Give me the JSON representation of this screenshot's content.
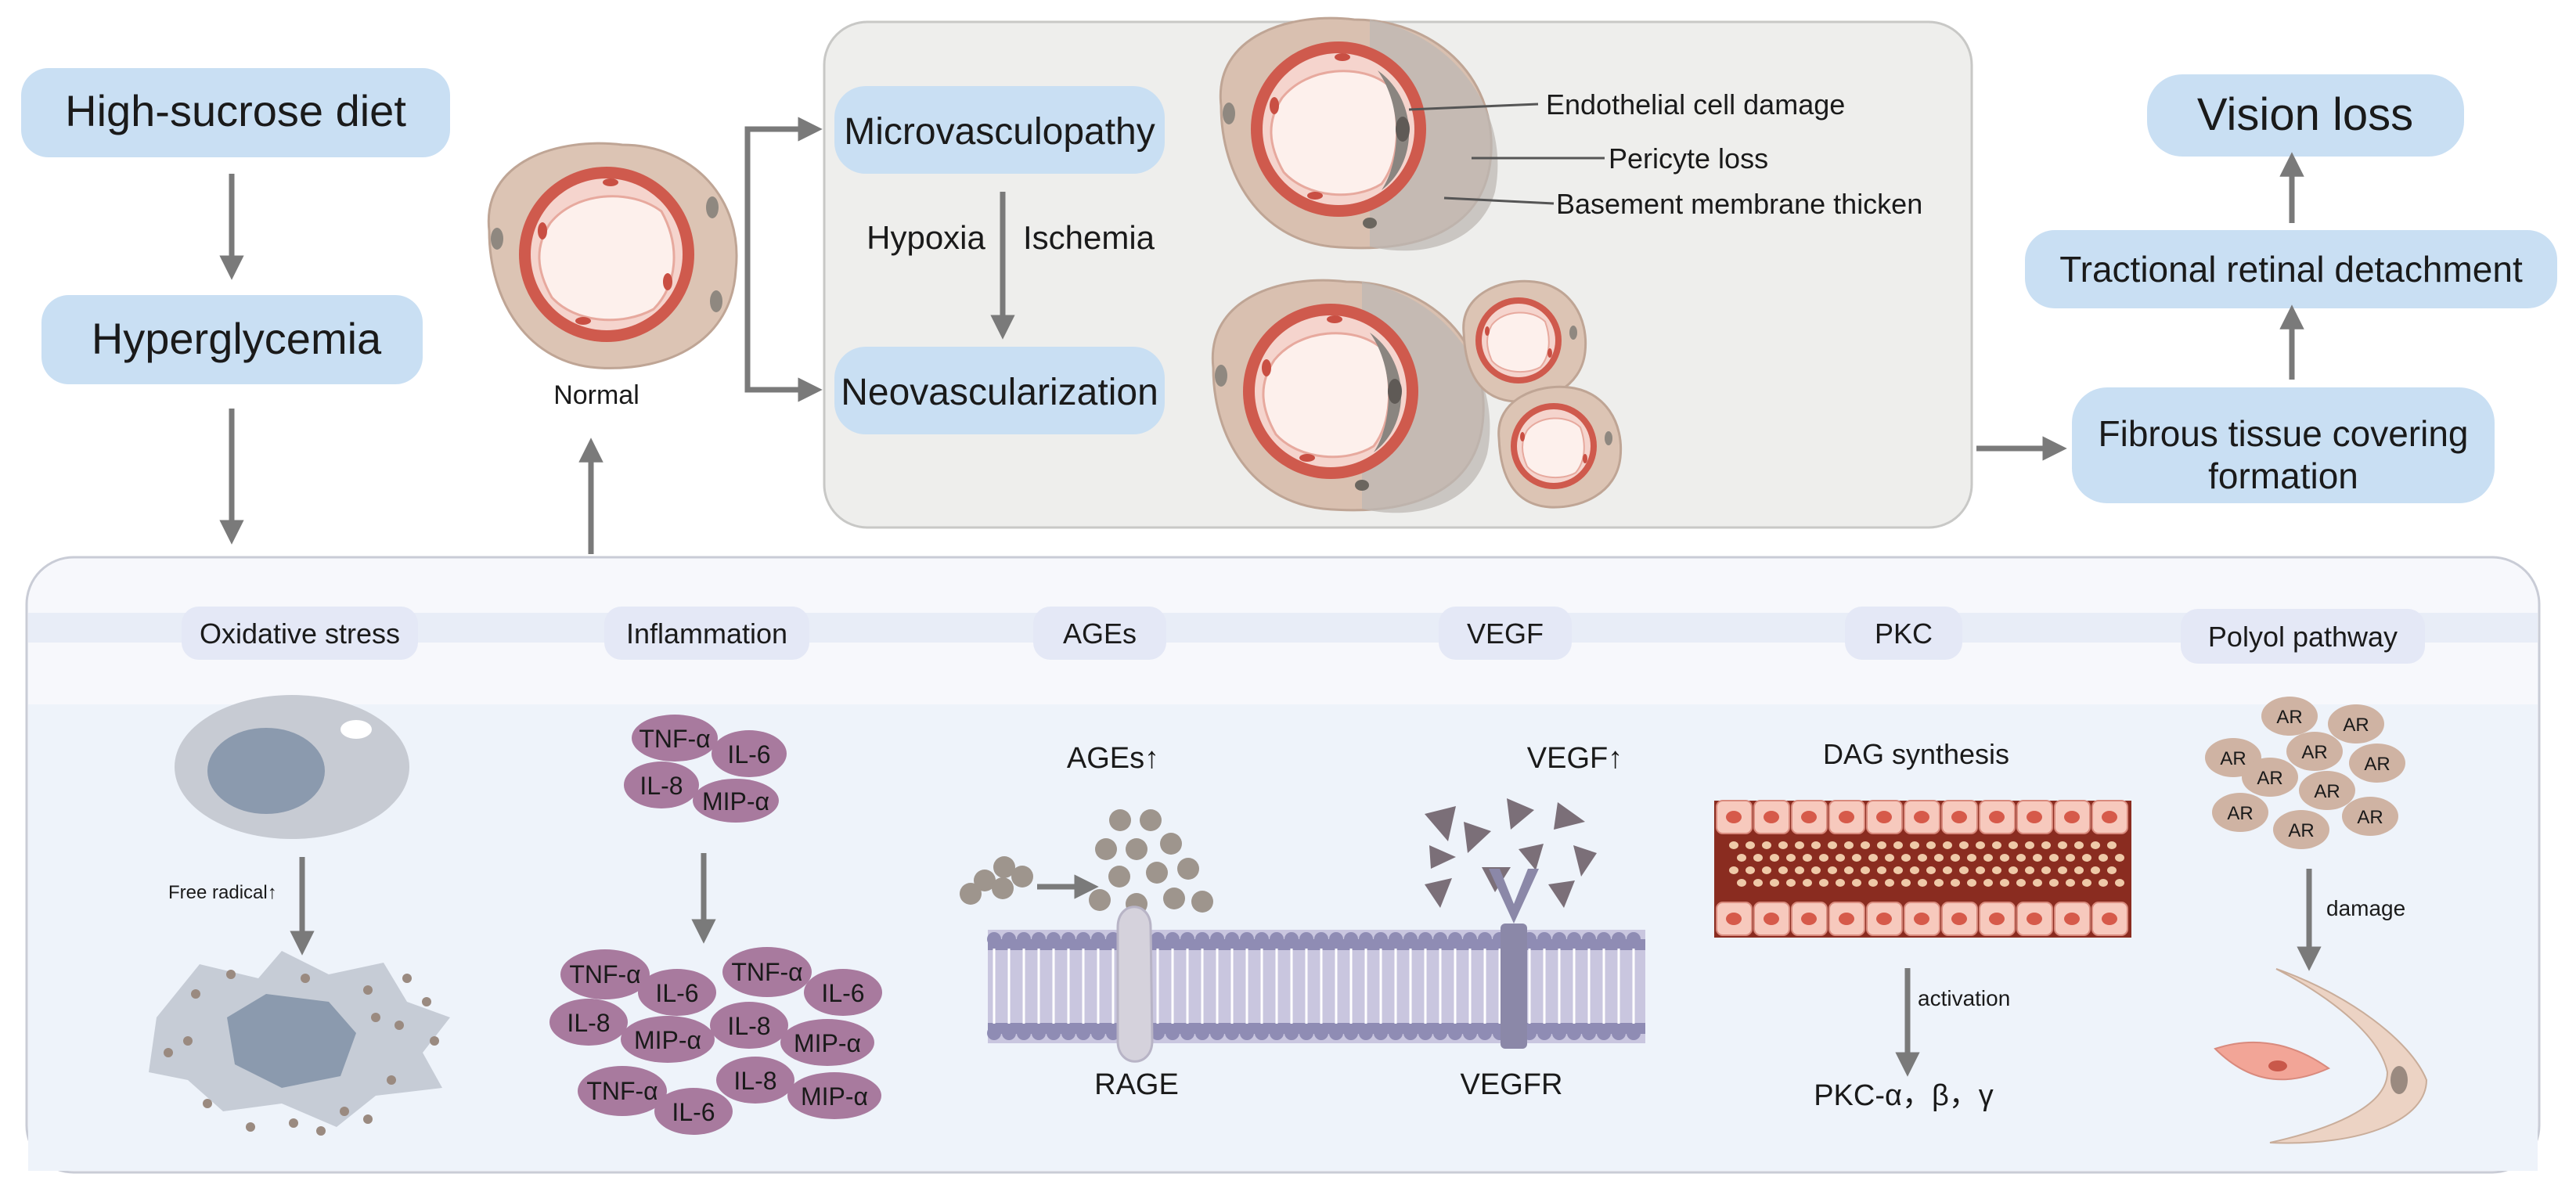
{
  "title_flow": {
    "high_sucrose": "High-sucrose diet",
    "hyperglycemia": "Hyperglycemia",
    "normal": "Normal",
    "microvasculopathy": "Microvasculopathy",
    "hypoxia": "Hypoxia",
    "ischemia": "Ischemia",
    "neovascularization": "Neovascularization",
    "endothelial": "Endothelial cell damage",
    "pericyte": "Pericyte loss",
    "basement": "Basement membrane thicken",
    "vision_loss": "Vision loss",
    "tractional": "Tractional retinal detachment",
    "fibrous_line1": "Fibrous tissue covering",
    "fibrous_line2": "formation"
  },
  "mechanisms": {
    "headers": [
      "Oxidative stress",
      "Inflammation",
      "AGEs",
      "VEGF",
      "PKC",
      "Polyol pathway"
    ],
    "free_radical": "Free radical↑",
    "cytokines_top": [
      "TNF-α",
      "IL-6",
      "IL-8",
      "MIP-α"
    ],
    "cytokines_bottom": [
      "TNF-α",
      "IL-6",
      "TNF-α",
      "IL-6",
      "IL-8",
      "MIP-α",
      "IL-8",
      "MIP-α",
      "TNF-α",
      "IL-8",
      "MIP-α",
      "IL-6"
    ],
    "ages_up": "AGEs↑",
    "rage": "RAGE",
    "vegf_up": "VEGF↑",
    "vegfr": "VEGFR",
    "dag": "DAG synthesis",
    "activation": "activation",
    "pkc_isoforms": "PKC-α，β，γ",
    "ar": "AR",
    "damage": "damage"
  },
  "colors": {
    "pill": "#c9dff3",
    "vessel_red": "#cf5a4d",
    "vessel_pink": "#f2c7bf",
    "tissue_tan": "#d9bfae",
    "cytokine": "#a87a9e",
    "membrane": "#8f8cb4",
    "ar_tan": "#cfb3a3"
  }
}
